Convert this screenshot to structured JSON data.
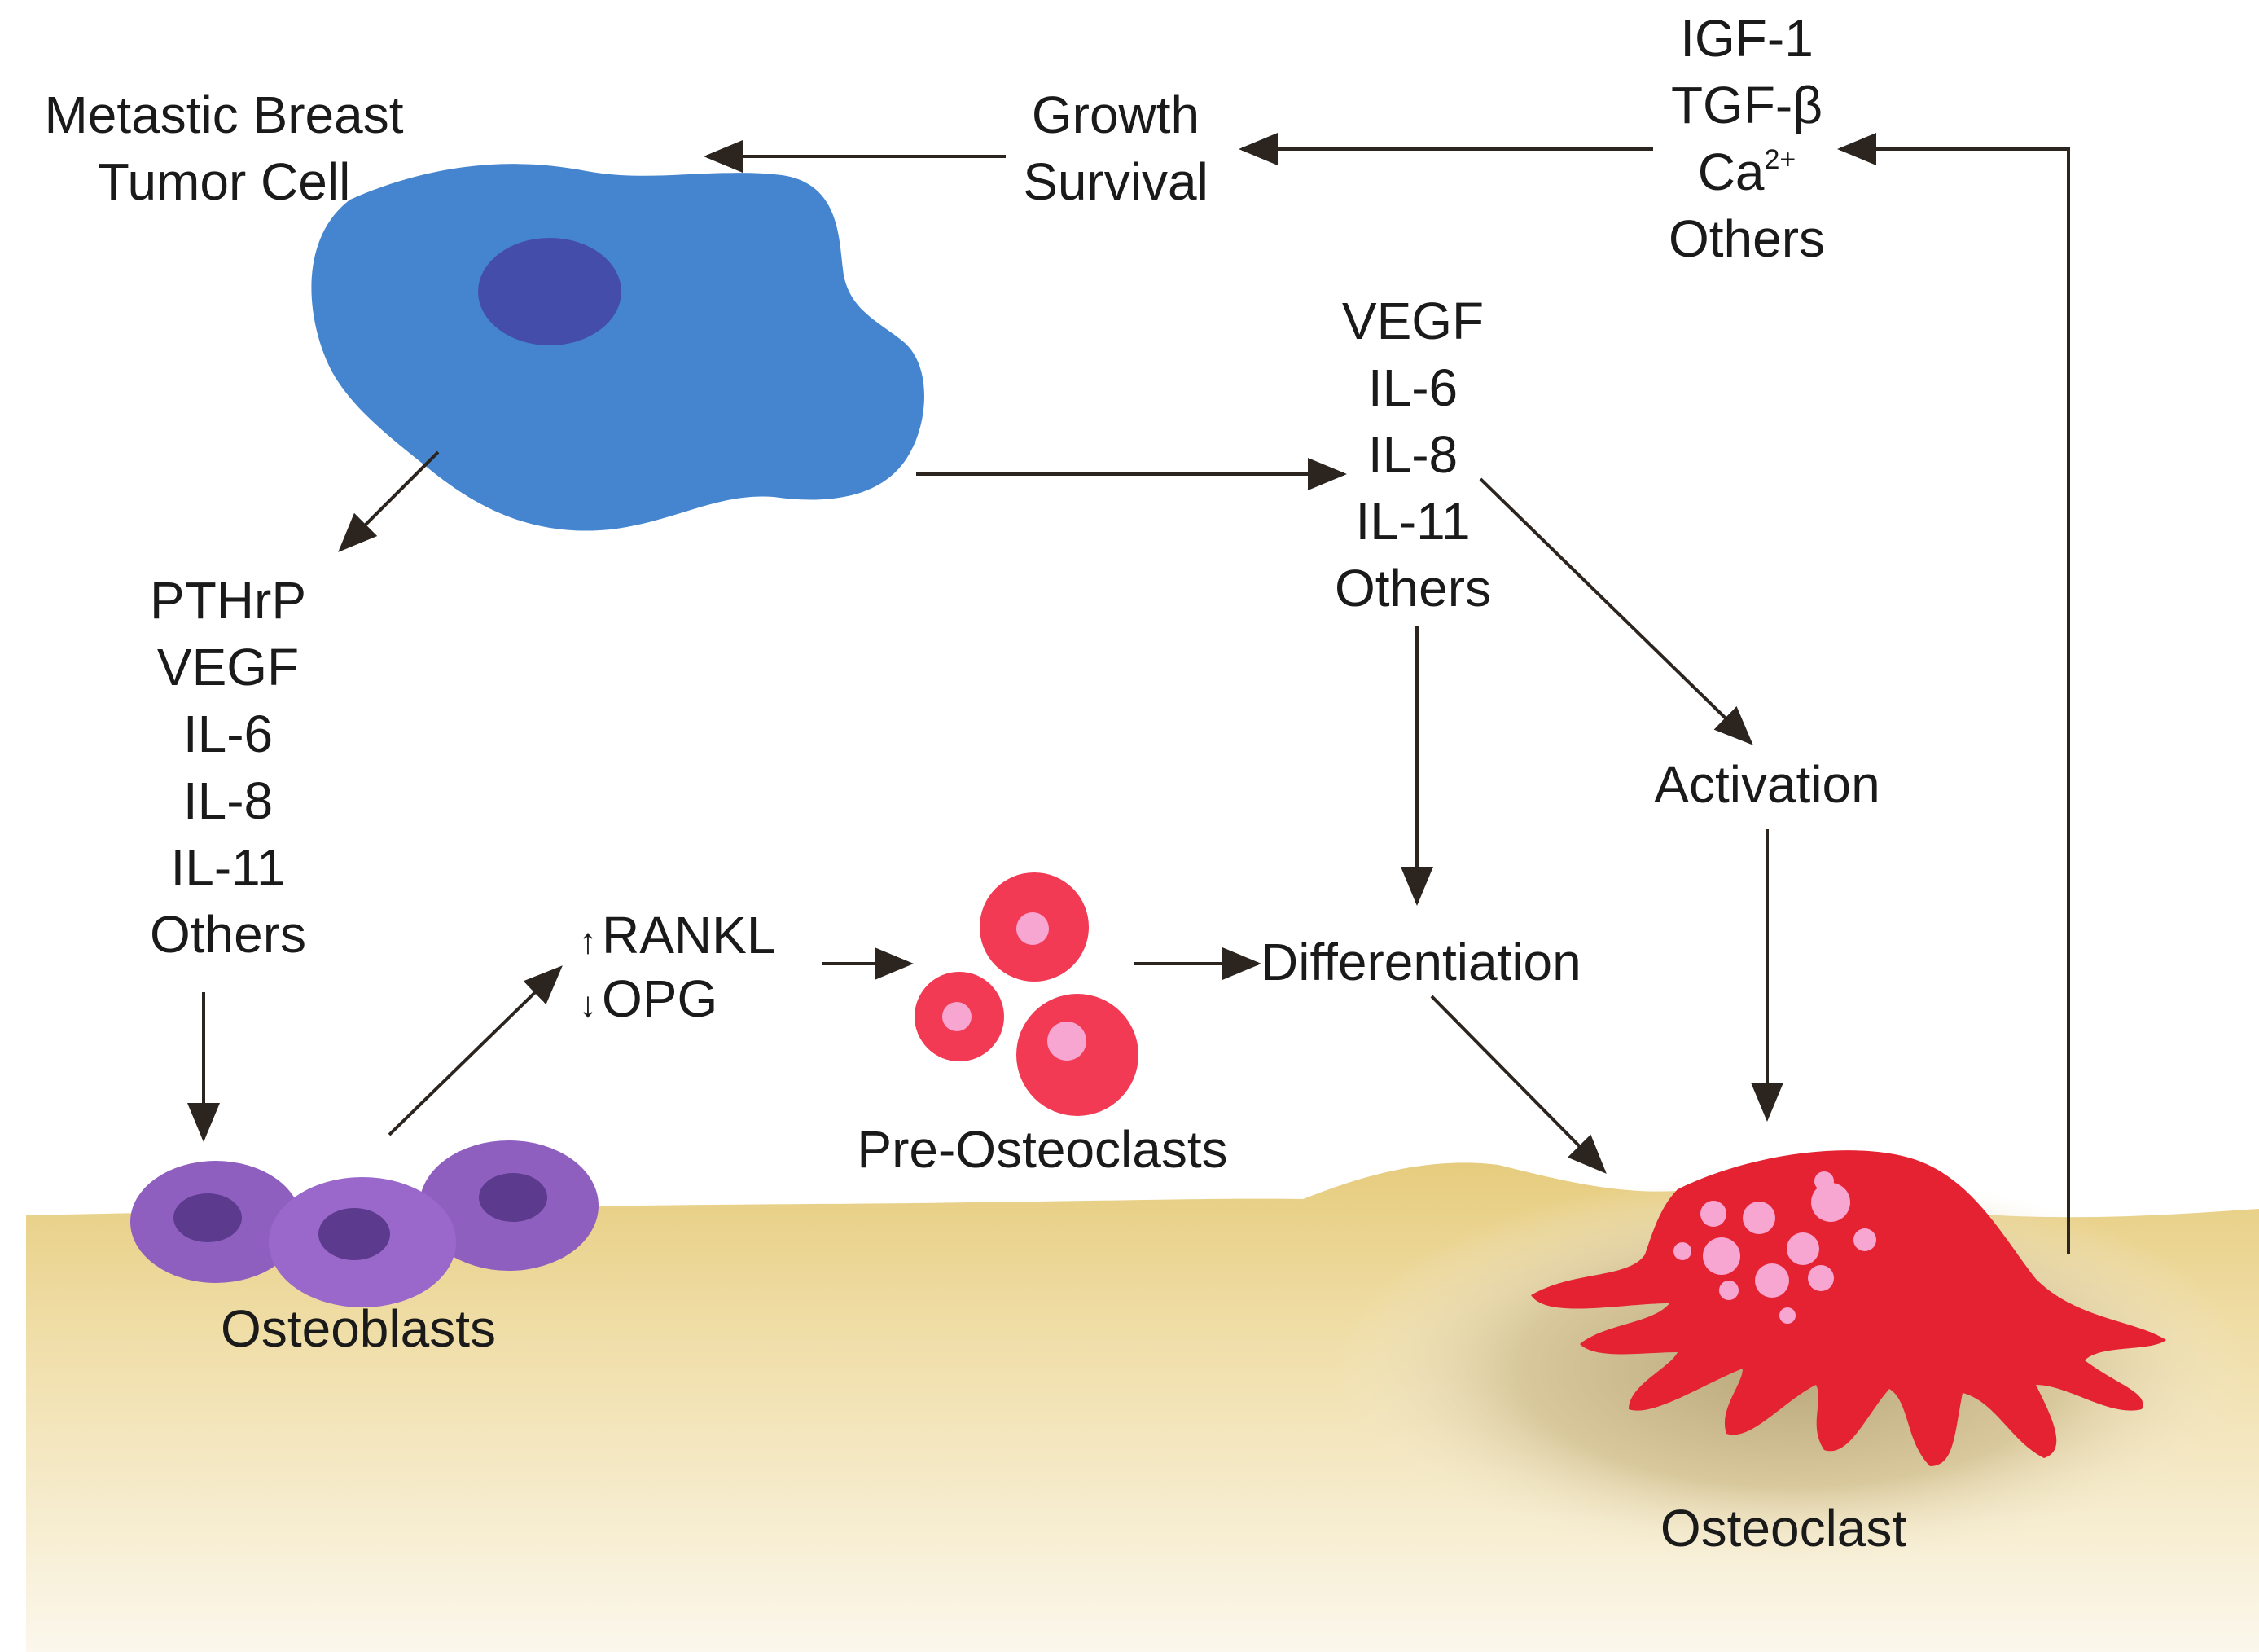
{
  "labels": {
    "tumor_cell": [
      "Metastic Breast",
      "Tumor Cell"
    ],
    "growth": [
      "Growth",
      "Survival"
    ],
    "bone_factors": [
      "IGF-1",
      "TGF-β"
    ],
    "ca_base": "Ca",
    "ca_sup": "2+",
    "bone_factors_others": "Others",
    "tumor_factors_right": [
      "VEGF",
      "IL-6",
      "IL-8",
      "IL-11",
      "Others"
    ],
    "tumor_factors_left": [
      "PTHrP",
      "VEGF",
      "IL-6",
      "IL-8",
      "IL-11",
      "Others"
    ],
    "rankl": "RANKL",
    "opg": "OPG",
    "up_arrow": "↑",
    "down_arrow": "↓",
    "pre_osteoclasts": "Pre-Osteoclasts",
    "differentiation": "Differentiation",
    "activation": "Activation",
    "osteoblasts": "Osteoblasts",
    "osteoclast": "Osteoclast"
  },
  "colors": {
    "tumor_cell": "#4585cf",
    "tumor_nucleus": "#454dab",
    "osteoblast": "#8f5fc0",
    "osteoblast_nucleus": "#5c3a8e",
    "pre_osteoclast": "#f23a55",
    "pre_osteoclast_nucleus": "#f7a6d2",
    "osteoclast": "#e52232",
    "osteoclast_vesicle": "#f7a6d2",
    "bone": "#ecd590",
    "arrow": "#2b241f"
  }
}
